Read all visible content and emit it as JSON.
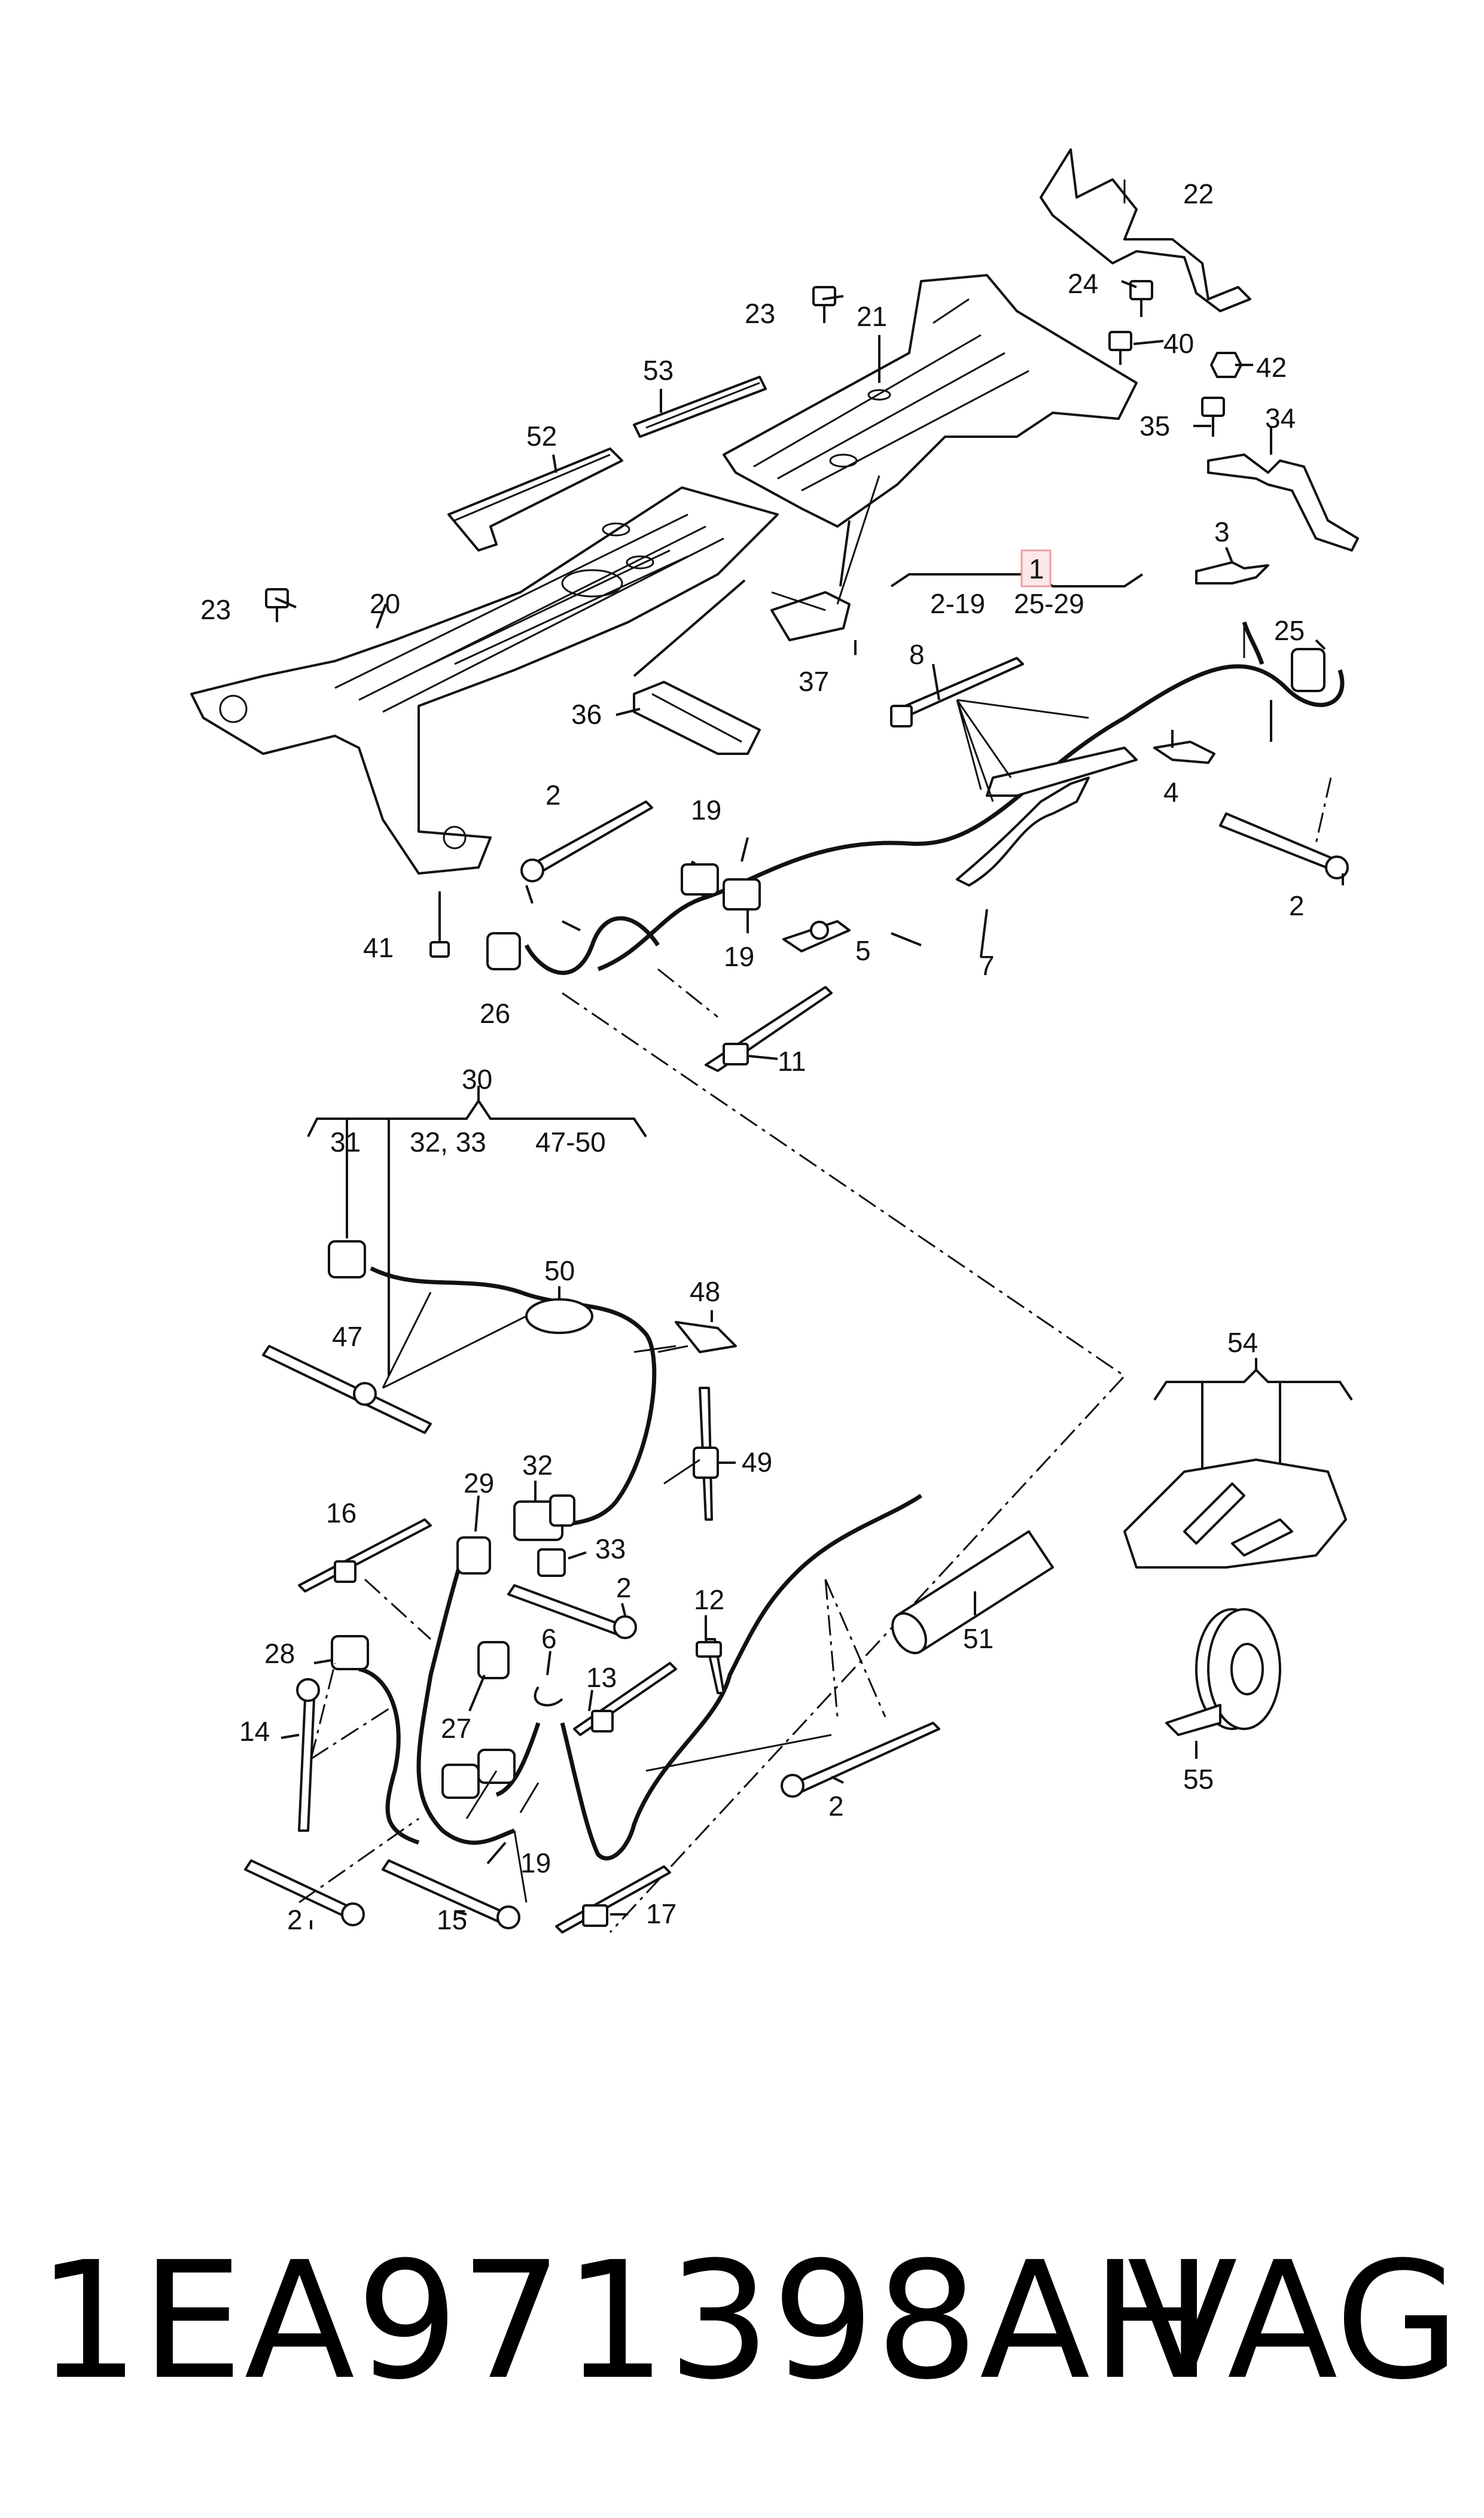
{
  "labels": {
    "l1": "1",
    "l2a": "2",
    "l2b": "2",
    "l2c": "2",
    "l2d": "2",
    "l2e": "2",
    "l3": "3",
    "l4": "4",
    "l5": "5",
    "l6": "6",
    "l7": "7",
    "l8": "8",
    "l11": "11",
    "l12": "12",
    "l13": "13",
    "l14": "14",
    "l15": "15",
    "l16": "16",
    "l17": "17",
    "l19a": "19",
    "l19b": "19",
    "l19c": "19",
    "l20": "20",
    "l21": "21",
    "l22": "22",
    "l23a": "23",
    "l23b": "23",
    "l24": "24",
    "l25": "25",
    "l26": "26",
    "l27": "27",
    "l28": "28",
    "l29": "29",
    "l30": "30",
    "l31": "31",
    "l32": "32",
    "l33": "33",
    "l34": "34",
    "l35": "35",
    "l36": "36",
    "l37": "37",
    "l40": "40",
    "l41": "41",
    "l42": "42",
    "l47": "47",
    "l48": "48",
    "l49": "49",
    "l50": "50",
    "l51": "51",
    "l52": "52",
    "l53": "53",
    "l54": "54",
    "l55": "55"
  },
  "groups": {
    "g1_range_a": "2-19",
    "g1_range_b": "25-29",
    "g30_a": "31",
    "g30_b": "32, 33",
    "g30_c": "47-50"
  },
  "footer": {
    "part_number": "1EA971398AH",
    "brand": "VAG"
  },
  "colors": {
    "line": "#111111",
    "highlight_box": "#e8a0a0"
  }
}
